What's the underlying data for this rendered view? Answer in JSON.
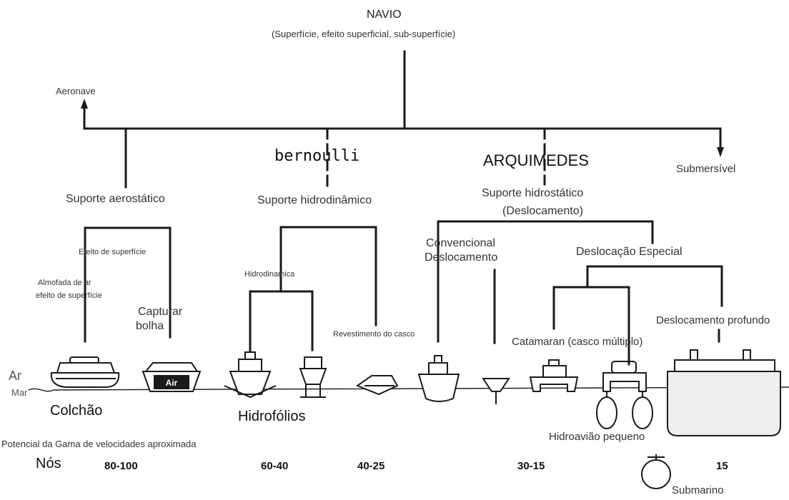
{
  "title": "NAVIO",
  "subtitle": "(Superfície, efeito superficial, sub-superfície)",
  "aeronave": "Aeronave",
  "submersivel": "Submersível",
  "bernoulli": "bernoulli",
  "arquimedes": "ARQUIMEDES",
  "branches": {
    "aerostatic": "Suporte aerostático",
    "hydrodynamic": "Suporte hidrodinâmico",
    "hydrostatic_1": "Suporte hidrostático",
    "hydrostatic_2": "(Deslocamento)"
  },
  "aero": {
    "efeito": "Efeito de superfície",
    "almofada_1": "Almofada de ar",
    "almofada_2": "efeito de superfície",
    "capturar_1": "Capturar",
    "capturar_2": "bolha"
  },
  "hydro": {
    "hidrodinamica": "Hidrodinamica",
    "revestimento": "Revestimento do casco"
  },
  "hstatic": {
    "convencional_1": "Convencional",
    "convencional_2": "Deslocamento",
    "especial": "Deslocação Especial",
    "catamaran": "Catamaran (casco múltiplo)",
    "profundo": "Deslocamento profundo"
  },
  "surface": {
    "ar": "Ar",
    "mar": "Mar",
    "air_box": "Air"
  },
  "vehicles": {
    "colchao": "Colchão",
    "hidrofolios": "Hidrofólios",
    "hidroaviao": "Hidroavião pequeno",
    "submarino": "Submarino"
  },
  "speed": {
    "caption": "Potencial da Gama de velocidades aproximada",
    "unit": "Nós",
    "values": [
      "80-100",
      "60-40",
      "40-25",
      "30-15",
      "15"
    ]
  }
}
